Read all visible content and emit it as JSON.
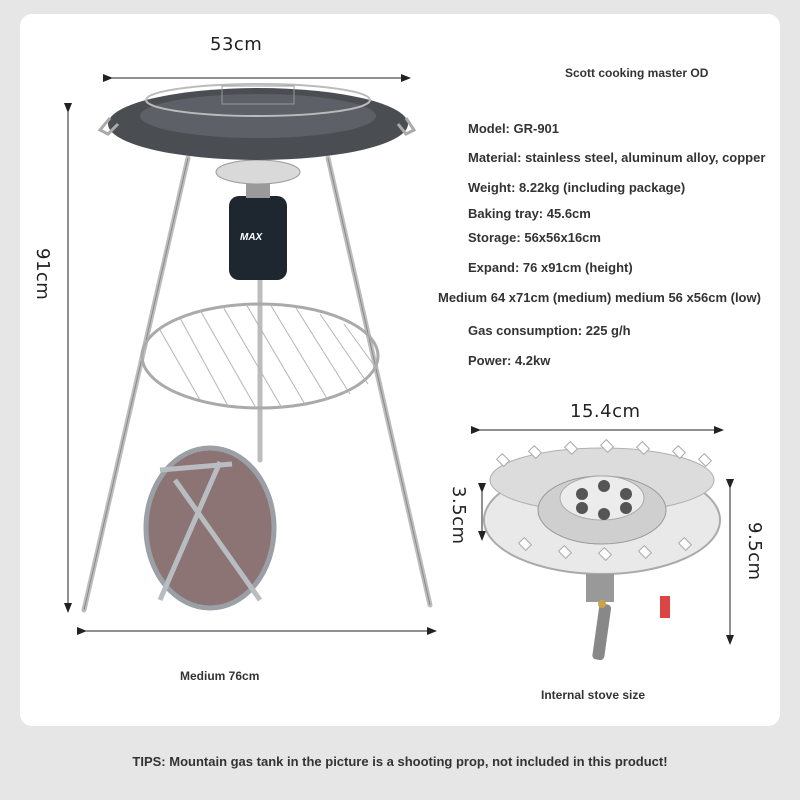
{
  "product_title": "Scott cooking master OD",
  "specs": [
    {
      "label": "Model: GR-901"
    },
    {
      "label": "Material: stainless steel, aluminum alloy, copper"
    },
    {
      "label": "Weight: 8.22kg (including package)"
    },
    {
      "label": "Baking tray: 45.6cm"
    },
    {
      "label": "Storage: 56x56x16cm"
    },
    {
      "label": "Expand: 76 x91cm (height)"
    },
    {
      "label": "Medium 64 x71cm (medium) medium 56 x56cm (low)"
    },
    {
      "label": "Gas consumption: 225 g/h"
    },
    {
      "label": "Power: 4.2kw"
    }
  ],
  "grill_dimensions": {
    "top_width": "53cm",
    "height": "91cm",
    "base_caption": "Medium 76cm"
  },
  "stove_dimensions": {
    "width": "15.4cm",
    "inner_height": "3.5cm",
    "total_height": "9.5cm",
    "caption": "Internal stove size"
  },
  "gas_can_label": "MAX",
  "tips": "TIPS: Mountain gas tank in the picture is a shooting prop, not included in this product!",
  "colors": {
    "page_bg": "#e6e6e6",
    "card_bg": "#ffffff",
    "text": "#333333",
    "steel": "#c8c8c8",
    "pan": "#4a4d52",
    "bag": "#8d7474",
    "gas_can": "#1e2730"
  }
}
